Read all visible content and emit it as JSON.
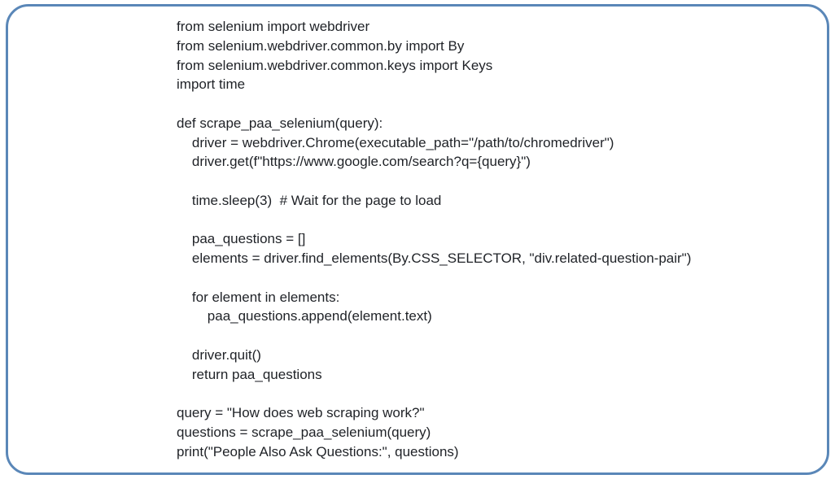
{
  "code": {
    "lines": [
      "from selenium import webdriver",
      "from selenium.webdriver.common.by import By",
      "from selenium.webdriver.common.keys import Keys",
      "import time",
      "",
      "def scrape_paa_selenium(query):",
      "    driver = webdriver.Chrome(executable_path=\"/path/to/chromedriver\")",
      "    driver.get(f\"https://www.google.com/search?q={query}\")",
      "",
      "    time.sleep(3)  # Wait for the page to load",
      "",
      "    paa_questions = []",
      "    elements = driver.find_elements(By.CSS_SELECTOR, \"div.related-question-pair\")",
      "",
      "    for element in elements:",
      "        paa_questions.append(element.text)",
      "",
      "    driver.quit()",
      "    return paa_questions",
      "",
      "query = \"How does web scraping work?\"",
      "questions = scrape_paa_selenium(query)",
      "print(\"People Also Ask Questions:\", questions)"
    ]
  },
  "colors": {
    "frame_border": "#5a87b8",
    "text": "#1f2227",
    "background": "#ffffff"
  }
}
